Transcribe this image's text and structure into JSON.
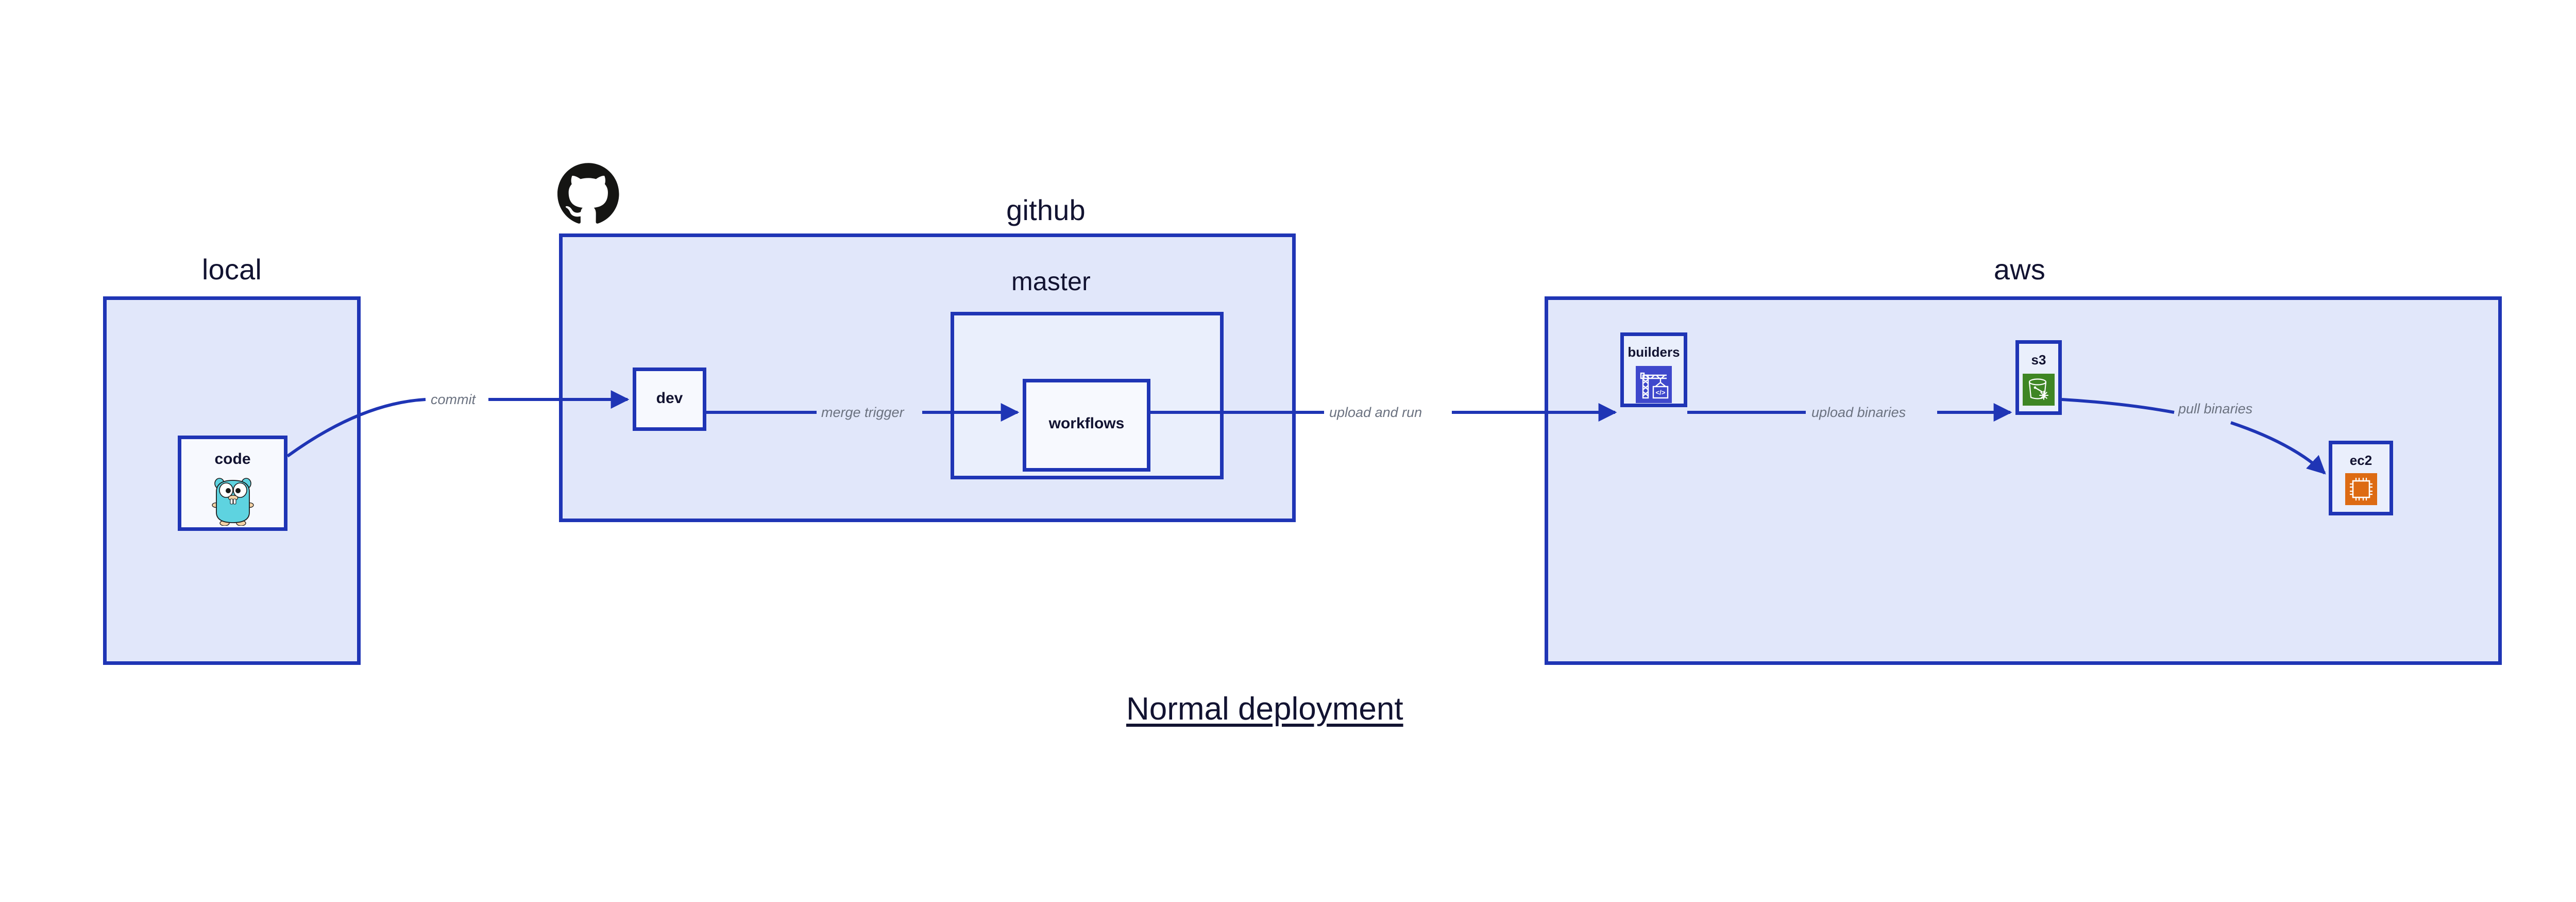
{
  "title": "Normal deployment",
  "colors": {
    "group_fill": "#e1e7fa",
    "subgroup_fill": "#eaeffc",
    "node_fill": "#eaeffc",
    "node_fill_light": "#f7f9fe",
    "border": "#1f35b5",
    "edge": "#1f35b5",
    "edge_label": "#6b7280",
    "text": "#121331",
    "background": "#ffffff",
    "codebuild_icon": "#3f48cc",
    "s3_icon": "#3f8624",
    "ec2_icon": "#dd6b13",
    "gopher_body": "#5ed3e0",
    "github_logo": "#151513"
  },
  "groups": [
    {
      "id": "local",
      "label": "local"
    },
    {
      "id": "github",
      "label": "github"
    },
    {
      "id": "aws",
      "label": "aws"
    }
  ],
  "subgroups": [
    {
      "id": "master",
      "label": "master",
      "parent": "github"
    }
  ],
  "nodes": [
    {
      "id": "code",
      "label": "code",
      "icon": "go-gopher-icon",
      "parent": "local"
    },
    {
      "id": "dev",
      "label": "dev",
      "icon": null,
      "parent": "github"
    },
    {
      "id": "workflows",
      "label": "workflows",
      "icon": null,
      "parent": "master"
    },
    {
      "id": "builders",
      "label": "builders",
      "icon": "aws-codebuild-icon",
      "parent": "aws"
    },
    {
      "id": "s3",
      "label": "s3",
      "icon": "aws-s3-glacier-icon",
      "parent": "aws"
    },
    {
      "id": "ec2",
      "label": "ec2",
      "icon": "aws-ec2-icon",
      "parent": "aws"
    }
  ],
  "edges": [
    {
      "id": "commit",
      "label": "commit",
      "from": "code",
      "to": "dev"
    },
    {
      "id": "merge-trigger",
      "label": "merge trigger",
      "from": "dev",
      "to": "workflows"
    },
    {
      "id": "upload-and-run",
      "label": "upload and run",
      "from": "workflows",
      "to": "builders"
    },
    {
      "id": "upload-binaries",
      "label": "upload binaries",
      "from": "builders",
      "to": "s3"
    },
    {
      "id": "pull-binaries",
      "label": "pull binaries",
      "from": "s3",
      "to": "ec2"
    }
  ],
  "logos": [
    {
      "id": "github-logo",
      "icon": "github-octocat-icon",
      "group": "github"
    }
  ]
}
